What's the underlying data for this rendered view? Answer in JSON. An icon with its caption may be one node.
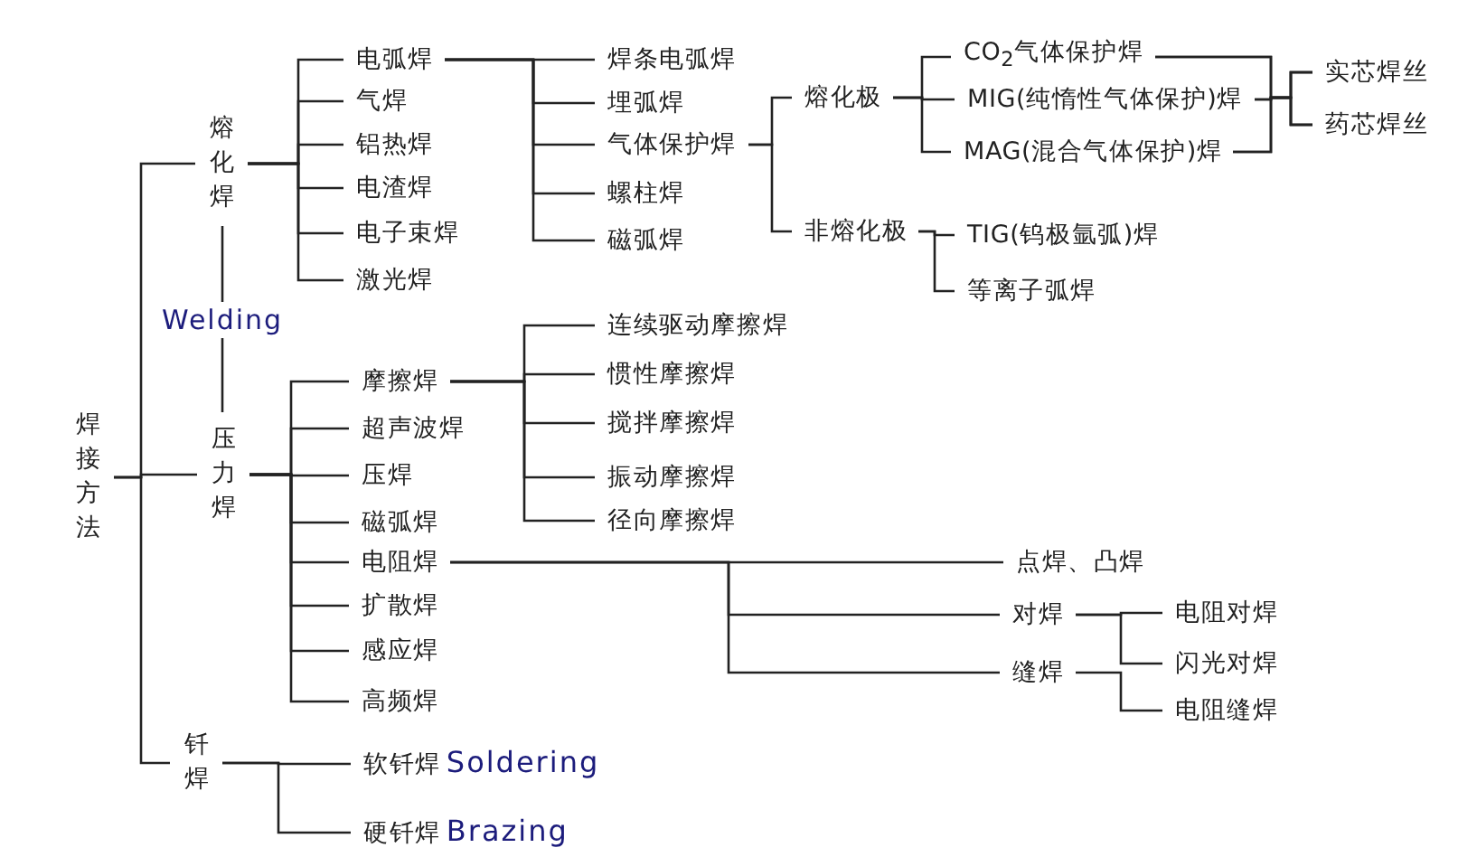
{
  "diagram": {
    "nodes": [
      {
        "text": [
          "焊接方法"
        ]
      },
      {
        "text": [
          "熔化焊"
        ]
      },
      {
        "text": [
          "压力焊"
        ]
      },
      {
        "text": [
          "钎焊"
        ]
      },
      {
        "text": [
          "电弧焊"
        ]
      },
      {
        "text": [
          "气焊"
        ]
      },
      {
        "text": [
          "铝热焊"
        ]
      },
      {
        "text": [
          "电渣焊"
        ]
      },
      {
        "text": [
          "电子束焊"
        ]
      },
      {
        "text": [
          "激光焊"
        ]
      },
      {
        "text": [
          "焊条电弧焊"
        ]
      },
      {
        "text": [
          "埋弧焊"
        ]
      },
      {
        "text": [
          "气体保护焊"
        ]
      },
      {
        "text": [
          "螺柱焊"
        ]
      },
      {
        "text": [
          "磁弧焊"
        ]
      },
      {
        "text": [
          "熔化极"
        ]
      },
      {
        "text": [
          "非熔化极"
        ]
      },
      {
        "text": [
          "CO$_{2}$气体保护焊"
        ]
      },
      {
        "text": [
          "MIG(纯惰性气体保护)焊"
        ]
      },
      {
        "text": [
          "MAG(混合气体保护)焊"
        ]
      },
      {
        "text": [
          "实芯焊丝"
        ]
      },
      {
        "text": [
          "药芯焊丝"
        ]
      },
      {
        "text": [
          "TIG(钨极氩弧)焊"
        ]
      },
      {
        "text": [
          "等离子弧焊"
        ]
      },
      {
        "text": [
          "摩擦焊"
        ]
      },
      {
        "text": [
          "超声波焊"
        ]
      },
      {
        "text": [
          "压焊"
        ]
      },
      {
        "text": [
          "磁弧焊"
        ]
      },
      {
        "text": [
          "电阻焊"
        ]
      },
      {
        "text": [
          "扩散焊"
        ]
      },
      {
        "text": [
          "感应焊"
        ]
      },
      {
        "text": [
          "高频焊"
        ]
      },
      {
        "text": [
          "连续驱动摩擦焊"
        ]
      },
      {
        "text": [
          "惯性摩擦焊"
        ]
      },
      {
        "text": [
          "搅拌摩擦焊"
        ]
      },
      {
        "text": [
          "振动摩擦焊"
        ]
      },
      {
        "text": [
          "径向摩擦焊"
        ]
      },
      {
        "text": [
          "点焊、凸焊"
        ]
      },
      {
        "text": [
          "对焊"
        ]
      },
      {
        "text": [
          "缝焊"
        ]
      },
      {
        "text": [
          "电阻对焊"
        ]
      },
      {
        "text": [
          "闪光对焊"
        ]
      },
      {
        "text": [
          "电阻缝焊"
        ]
      },
      {
        "text": [
          "软钎焊"
        ],
        "beside": [
          "Soldering"
        ]
      },
      {
        "text": [
          "硬钎焊"
        ],
        "beside": [
          "Brazing"
        ]
      }
    ],
    "edges": [
      {
        "from": 0,
        "to": 1,
        "arrow": "none"
      },
      {
        "from": 0,
        "to": 2,
        "arrow": "none"
      },
      {
        "from": 0,
        "to": 3,
        "arrow": "none"
      },
      {
        "from": 1,
        "to": 2,
        "arrow": "none",
        "label": "Welding"
      },
      {
        "from": 1,
        "to": 4,
        "arrow": "none"
      },
      {
        "from": 1,
        "to": 5,
        "arrow": "none"
      },
      {
        "from": 1,
        "to": 6,
        "arrow": "none"
      },
      {
        "from": 1,
        "to": 7,
        "arrow": "none"
      },
      {
        "from": 1,
        "to": 8,
        "arrow": "none"
      },
      {
        "from": 1,
        "to": 9,
        "arrow": "none"
      },
      {
        "from": 4,
        "to": 10,
        "arrow": "none"
      },
      {
        "from": 4,
        "to": 11,
        "arrow": "none"
      },
      {
        "from": 4,
        "to": 12,
        "arrow": "none"
      },
      {
        "from": 4,
        "to": 13,
        "arrow": "none"
      },
      {
        "from": 4,
        "to": 14,
        "arrow": "none"
      },
      {
        "from": 12,
        "to": 15,
        "arrow": "none"
      },
      {
        "from": 12,
        "to": 16,
        "arrow": "none"
      },
      {
        "from": 15,
        "to": 17,
        "arrow": "none"
      },
      {
        "from": 15,
        "to": 18,
        "arrow": "none"
      },
      {
        "from": 15,
        "to": 19,
        "arrow": "none"
      },
      {
        "from": 17,
        "to": 20,
        "arrow": "none"
      },
      {
        "from": 17,
        "to": 21,
        "arrow": "none"
      },
      {
        "from": 18,
        "to": 20,
        "arrow": "none"
      },
      {
        "from": 18,
        "to": 21,
        "arrow": "none"
      },
      {
        "from": 19,
        "to": 20,
        "arrow": "none"
      },
      {
        "from": 19,
        "to": 21,
        "arrow": "none"
      },
      {
        "from": 16,
        "to": 22,
        "arrow": "none"
      },
      {
        "from": 16,
        "to": 23,
        "arrow": "none"
      },
      {
        "from": 2,
        "to": 24,
        "arrow": "none"
      },
      {
        "from": 2,
        "to": 25,
        "arrow": "none"
      },
      {
        "from": 2,
        "to": 26,
        "arrow": "none"
      },
      {
        "from": 2,
        "to": 27,
        "arrow": "none"
      },
      {
        "from": 2,
        "to": 28,
        "arrow": "none"
      },
      {
        "from": 2,
        "to": 29,
        "arrow": "none"
      },
      {
        "from": 2,
        "to": 30,
        "arrow": "none"
      },
      {
        "from": 2,
        "to": 31,
        "arrow": "none"
      },
      {
        "from": 24,
        "to": 32,
        "arrow": "none"
      },
      {
        "from": 24,
        "to": 33,
        "arrow": "none"
      },
      {
        "from": 24,
        "to": 34,
        "arrow": "none"
      },
      {
        "from": 24,
        "to": 35,
        "arrow": "none"
      },
      {
        "from": 24,
        "to": 36,
        "arrow": "none"
      },
      {
        "from": 28,
        "to": 37,
        "arrow": "none"
      },
      {
        "from": 28,
        "to": 38,
        "arrow": "none"
      },
      {
        "from": 28,
        "to": 39,
        "arrow": "none"
      },
      {
        "from": 38,
        "to": 40,
        "arrow": "none"
      },
      {
        "from": 38,
        "to": 41,
        "arrow": "none"
      },
      {
        "from": 39,
        "to": 42,
        "arrow": "none"
      },
      {
        "from": 3,
        "to": 43,
        "arrow": "none"
      },
      {
        "from": 3,
        "to": 44,
        "arrow": "none"
      }
    ]
  }
}
